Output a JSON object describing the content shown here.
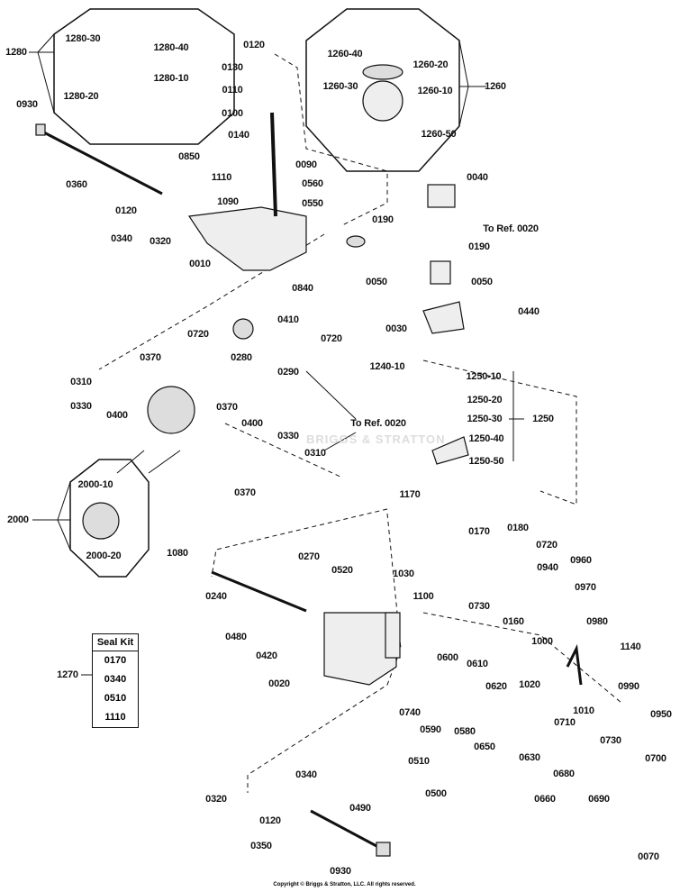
{
  "labels": [
    "1280",
    "1280-30",
    "1280-40",
    "1280-10",
    "1280-20",
    "0930",
    "0120",
    "0130",
    "0110",
    "0100",
    "0140",
    "0090",
    "0850",
    "1110",
    "0560",
    "0550",
    "0360",
    "0120",
    "1090",
    "0340",
    "0320",
    "0010",
    "1260-40",
    "1260-20",
    "1260-30",
    "1260-10",
    "1260",
    "1260-50",
    "0040",
    "To Ref. 0020",
    "0190",
    "0190",
    "0050",
    "0050",
    "0840",
    "0030",
    "0440",
    "0720",
    "0410",
    "0280",
    "0720",
    "0290",
    "0310",
    "0370",
    "1240-10",
    "1250-10",
    "0330",
    "0400",
    "0370",
    "1250-20",
    "1250",
    "1250-30",
    "To Ref. 0020",
    "0400",
    "0330",
    "1250-40",
    "0310",
    "1250-50",
    "0370",
    "2000-10",
    "2000",
    "2000-20",
    "1170",
    "0170",
    "0180",
    "0720",
    "0960",
    "0940",
    "1080",
    "0270",
    "0520",
    "1030",
    "0240",
    "0970",
    "0730",
    "1100",
    "0160",
    "1000",
    "0980",
    "1140",
    "0480",
    "0420",
    "1270",
    "0600",
    "0610",
    "0020",
    "0620",
    "1020",
    "0990",
    "1010",
    "0740",
    "0590",
    "0580",
    "0710",
    "0950",
    "0650",
    "0630",
    "0730",
    "0700",
    "0510",
    "0680",
    "0320",
    "0340",
    "0660",
    "0690",
    "0490",
    "0500",
    "0120",
    "0350",
    "0930",
    "0070"
  ],
  "seal_kit": {
    "title": "Seal Kit",
    "items": [
      "0170",
      "0340",
      "0510",
      "1110"
    ]
  },
  "watermark": "BRIGGS & STRATTON",
  "copyright": "Copyright © Briggs & Stratton, LLC. All rights reserved."
}
